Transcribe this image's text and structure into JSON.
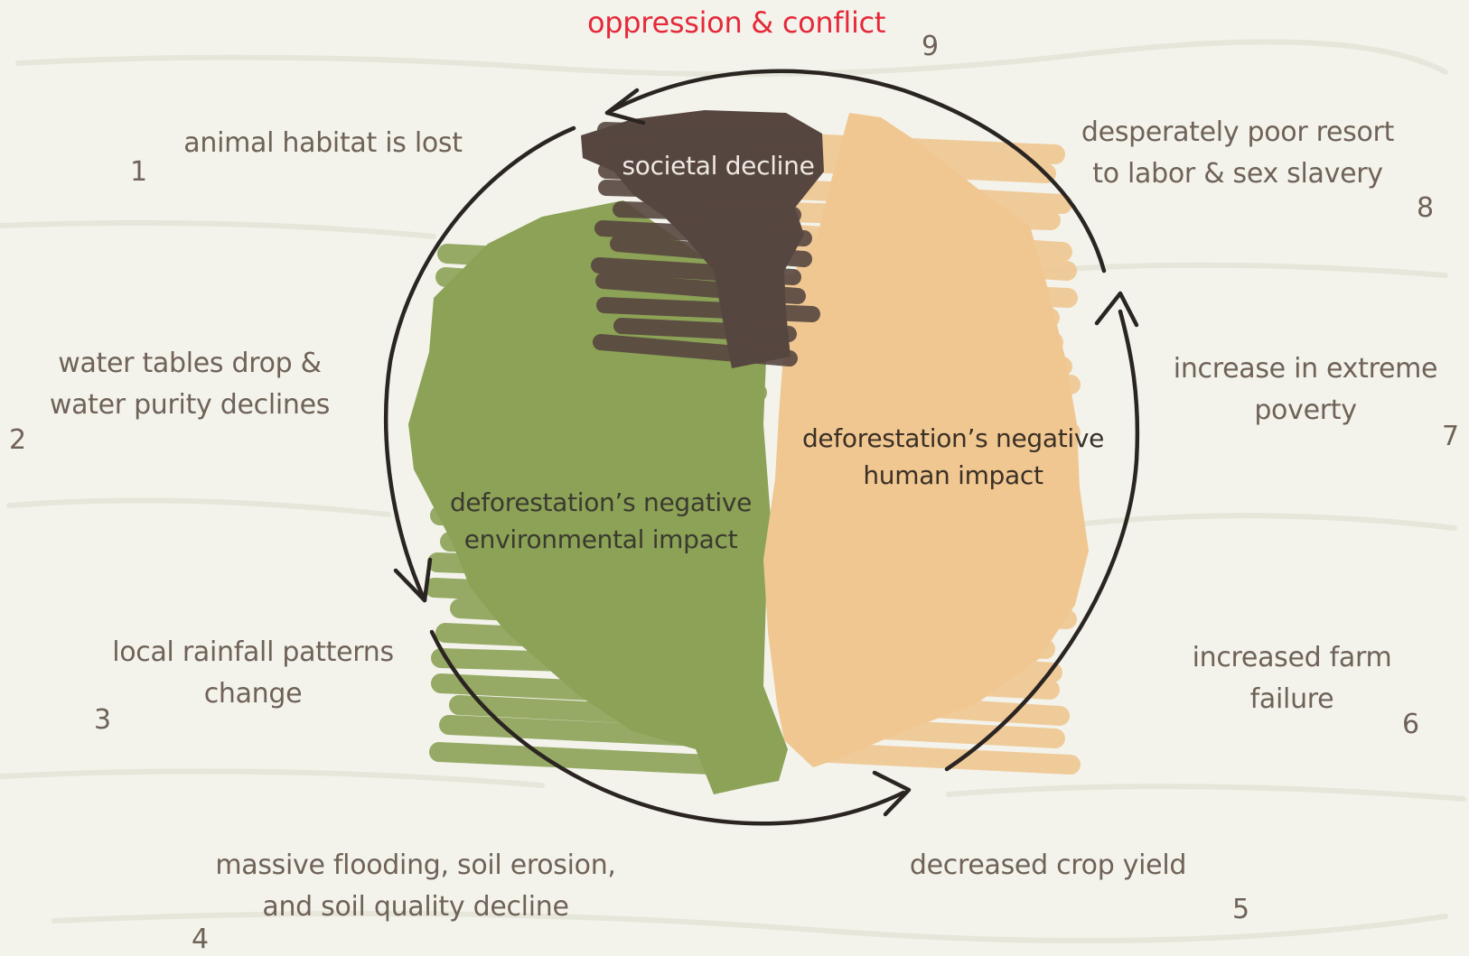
{
  "title": "oppression & conflict",
  "title_number": "9",
  "steps": [
    {
      "number": "1",
      "text": "animal habitat is lost"
    },
    {
      "number": "2",
      "text": "water tables drop &\nwater purity declines"
    },
    {
      "number": "3",
      "text": "local rainfall patterns\nchange"
    },
    {
      "number": "4",
      "text": "massive flooding, soil erosion,\nand soil quality decline"
    },
    {
      "number": "5",
      "text": "decreased crop yield"
    },
    {
      "number": "6",
      "text": "increased farm\nfailure"
    },
    {
      "number": "7",
      "text": "increase in extreme\npoverty"
    },
    {
      "number": "8",
      "text": "desperately poor resort\nto labor & sex slavery"
    }
  ],
  "regions": {
    "societal": "societal decline",
    "environmental": "deforestation’s negative\nenvironmental impact",
    "human": "deforestation’s negative\nhuman impact"
  },
  "colors": {
    "background": "#f3f3ec",
    "label_text": "#6f6257",
    "title": "#e5293a",
    "societal": "#574640",
    "environmental": "#8ca256",
    "human": "#f0c791",
    "cycle_line": "#2b2522"
  }
}
